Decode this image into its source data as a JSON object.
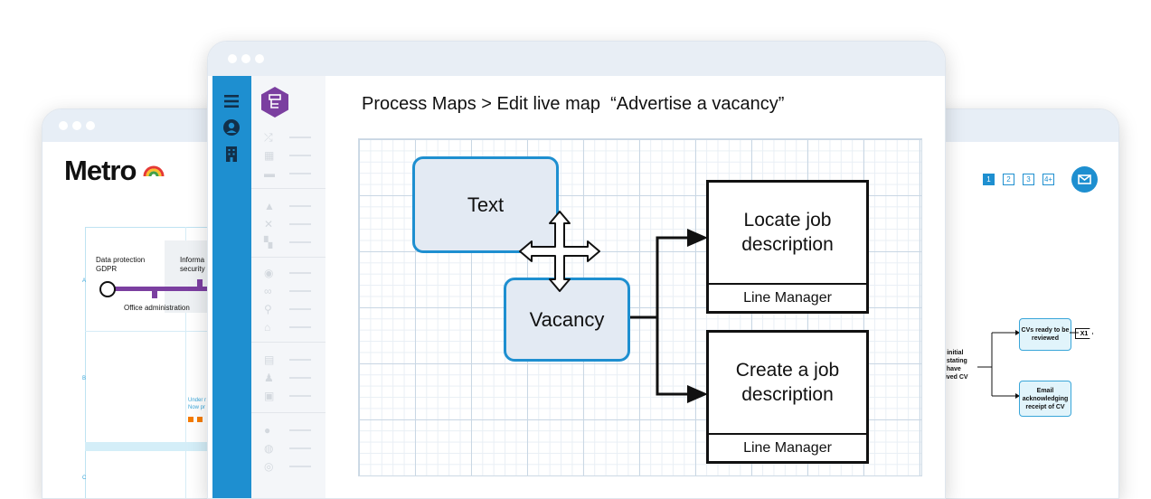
{
  "left_window": {
    "logo": "Metro",
    "station_1_line1": "Data protection",
    "station_1_line2": "GDPR",
    "station_2_line1": "Informa",
    "station_2_line2": "security",
    "station_3": "Office administration",
    "lane_a": "A",
    "lane_b": "B",
    "lane_c": "C",
    "note_line1": "Under r",
    "note_line2": "Now pr"
  },
  "right_window": {
    "pages": [
      "1",
      "2",
      "3",
      "4+"
    ],
    "box_cvs": "CVs ready to be reviewed",
    "box_email": "Email acknowledging receipt of CV",
    "badge": "X1",
    "partial_line1": "d initial",
    "partial_line2": "il stating",
    "partial_line3": "e have",
    "partial_line4": "eived CV"
  },
  "main_window": {
    "breadcrumb": "Process Maps > Edit live map  “Advertise a vacancy”",
    "nodes": {
      "text_label": "Text",
      "vacancy_label": "Vacancy",
      "locate_label": "Locate job description",
      "locate_role": "Line Manager",
      "create_label": "Create a job description",
      "create_role": "Line Manager"
    }
  },
  "colors": {
    "accent_blue": "#1e8fd0",
    "brand_purple": "#7b3fa0",
    "metro_line_purple": "#7b3fa0"
  }
}
